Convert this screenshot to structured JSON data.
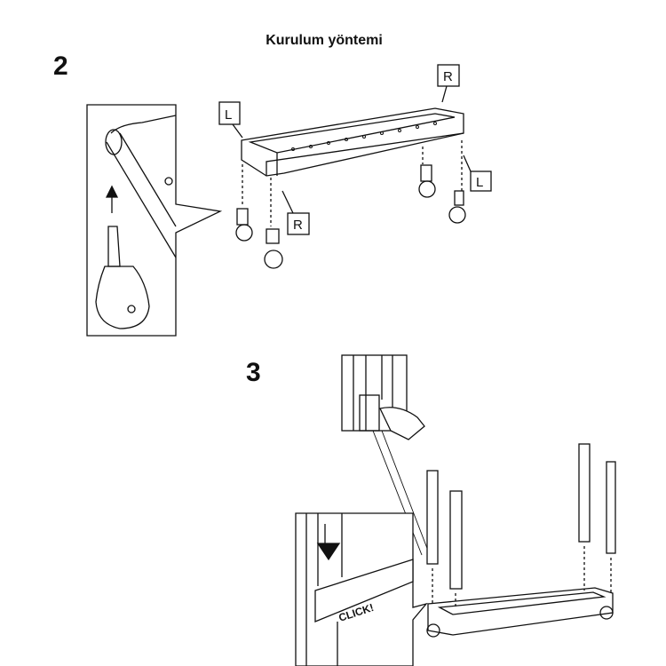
{
  "title": "Kurulum yöntemi",
  "steps": [
    {
      "number": "2",
      "labels": [
        "L",
        "R",
        "L",
        "R"
      ]
    },
    {
      "number": "3",
      "callout": "CLICK!"
    }
  ]
}
